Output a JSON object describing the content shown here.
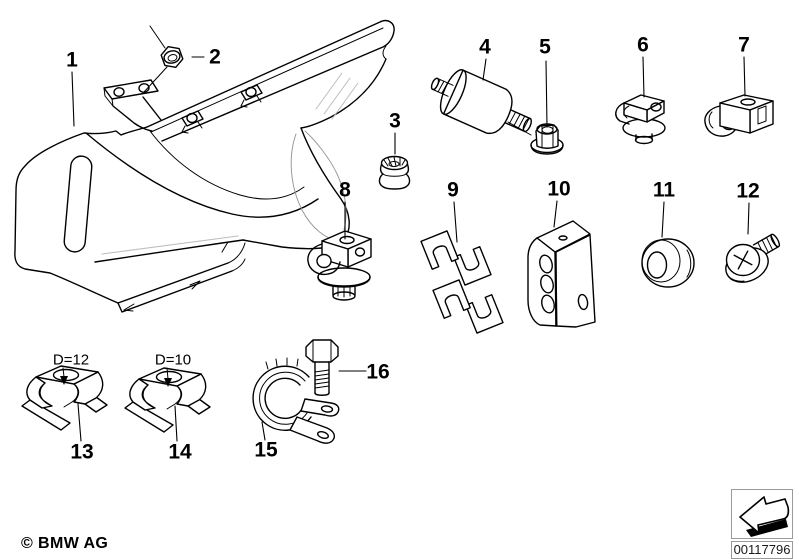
{
  "page": {
    "background_color": "#ffffff",
    "line_color": "#000000",
    "shade_color": "#bdbdbd",
    "box_border_color": "#9a9a9a"
  },
  "callouts": [
    {
      "label": "1"
    },
    {
      "label": "2"
    },
    {
      "label": "3"
    },
    {
      "label": "4"
    },
    {
      "label": "5"
    },
    {
      "label": "6"
    },
    {
      "label": "7"
    },
    {
      "label": "8"
    },
    {
      "label": "9"
    },
    {
      "label": "10"
    },
    {
      "label": "11"
    },
    {
      "label": "12"
    },
    {
      "label": "13"
    },
    {
      "label": "14"
    },
    {
      "label": "15"
    },
    {
      "label": "16"
    }
  ],
  "annotations": {
    "clamp13_diameter": "D=12",
    "clamp14_diameter": "D=10"
  },
  "footer": {
    "copyright": "© BMW AG"
  },
  "stamp": {
    "number": "00117796",
    "icon": "direction-arrow-down-left"
  }
}
